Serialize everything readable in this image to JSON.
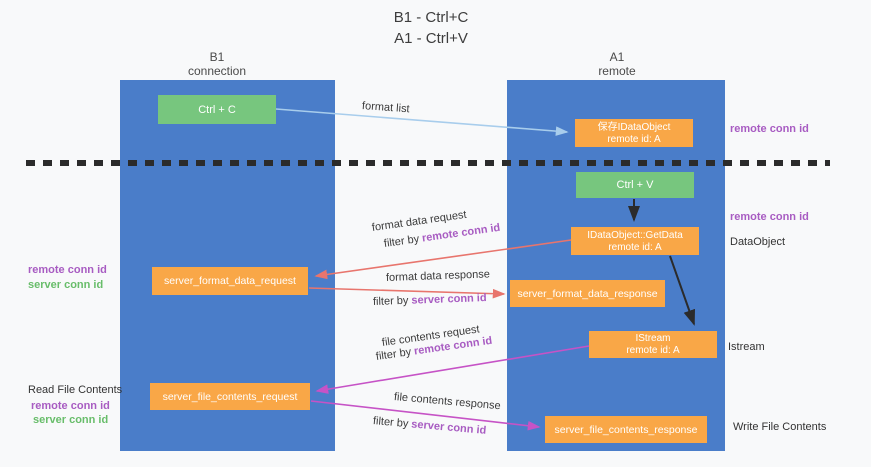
{
  "title": {
    "line1": "B1 - Ctrl+C",
    "line2": "A1 - Ctrl+V"
  },
  "lanes": {
    "b1": {
      "name": "B1",
      "role": "connection"
    },
    "a1": {
      "name": "A1",
      "role": "remote"
    }
  },
  "boxes": {
    "ctrl_c": {
      "label": "Ctrl + C"
    },
    "ctrl_v": {
      "label": "Ctrl + V"
    },
    "save_dataobject": {
      "line1": "保存IDataObject",
      "line2": "remote id: A"
    },
    "getdata": {
      "line1": "IDataObject::GetData",
      "line2": "remote id: A"
    },
    "istream": {
      "line1": "IStream",
      "line2": "remote id: A"
    },
    "format_request": {
      "label": "server_format_data_request"
    },
    "format_response": {
      "label": "server_format_data_response"
    },
    "file_request": {
      "label": "server_file_contents_request"
    },
    "file_response": {
      "label": "server_file_contents_response"
    }
  },
  "arrows": {
    "format_list": {
      "label": "format list"
    },
    "format_request": {
      "label": "format data request",
      "filter_prefix": "filter by",
      "filter_key": "remote conn id"
    },
    "format_response": {
      "label": "format data response",
      "filter_prefix": "filter by",
      "filter_key": "server conn id"
    },
    "file_request": {
      "label": "file contents request",
      "filter_prefix": "filter by",
      "filter_key": "remote conn id"
    },
    "file_response": {
      "label": "file contents response",
      "filter_prefix": "filter by",
      "filter_key": "server conn id"
    }
  },
  "annotations": {
    "right_top_remote": "remote conn id",
    "right_mid_remote": "remote conn id",
    "dataobject": "DataObject",
    "istream": "Istream",
    "write_file": "Write File Contents",
    "left_remote_1": "remote conn id",
    "left_server_1": "server conn id",
    "read_file": "Read File Contents",
    "left_remote_2": "remote conn id",
    "left_server_2": "server conn id"
  },
  "colors": {
    "lane_blue": "#4a7dc9",
    "box_green": "#77c67e",
    "box_orange": "#f9a747",
    "arrow_light_blue": "#a8cdec",
    "arrow_salmon": "#e8756d",
    "arrow_magenta": "#c653c6",
    "arrow_black": "#2b2b2b",
    "text_purple": "#a85cc2",
    "text_green": "#68bd6a"
  }
}
